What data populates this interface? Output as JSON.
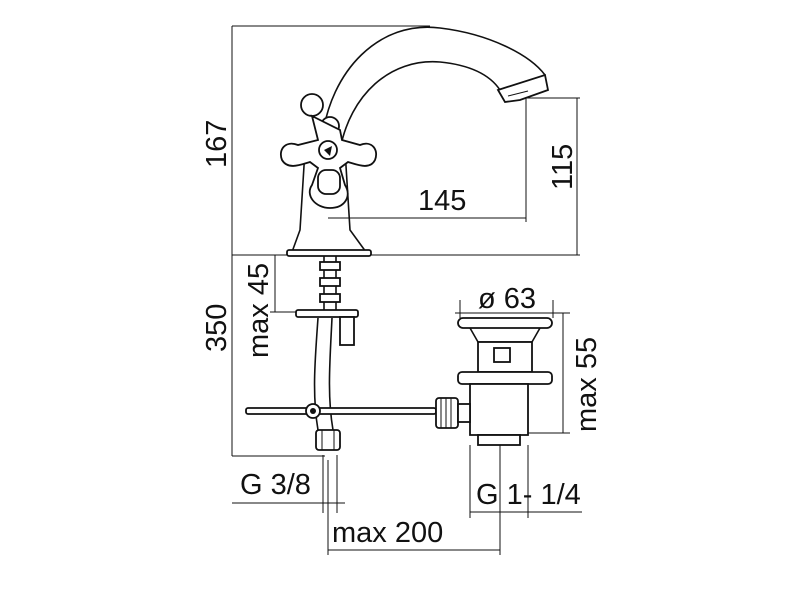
{
  "dimensions": {
    "height_total": "167",
    "spout_height": "115",
    "spout_reach": "145",
    "below_deck": "350",
    "deck_thickness": "max 45",
    "waste_diameter": "ø 63",
    "waste_height": "max 55",
    "inlet_thread": "G 3/8",
    "waste_thread": "G 1- 1/4",
    "rod_length": "max 200"
  }
}
